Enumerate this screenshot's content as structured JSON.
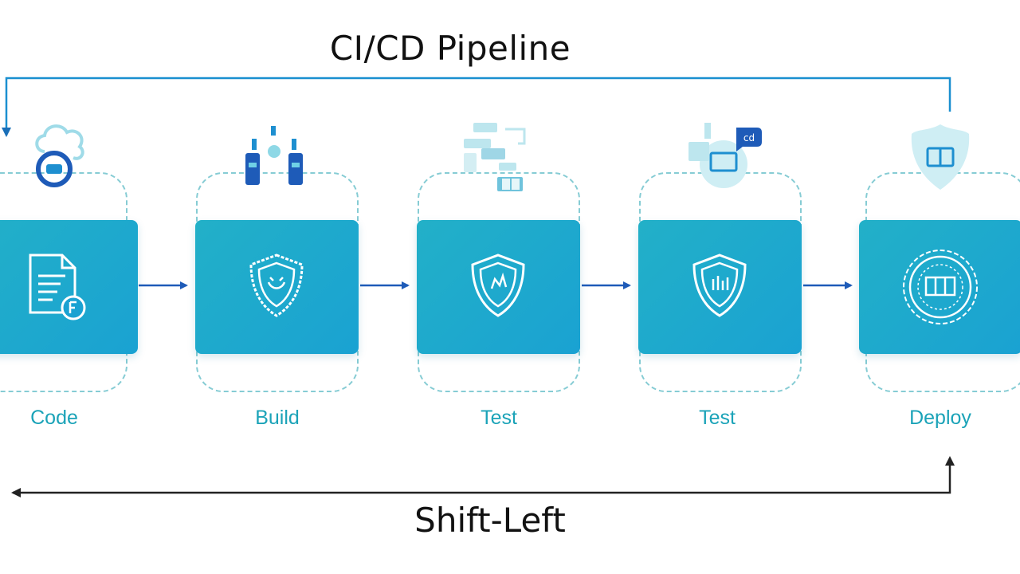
{
  "diagram": {
    "title": "CI/CD Pipeline",
    "footer": "Shift-Left",
    "stages": [
      {
        "label": "Code",
        "card_icon": "document-icon",
        "top_icon": "cloud-link-icon"
      },
      {
        "label": "Build",
        "card_icon": "shield-icon",
        "top_icon": "connectors-icon"
      },
      {
        "label": "Test",
        "card_icon": "shield-icon",
        "top_icon": "dashboard-icon"
      },
      {
        "label": "Test",
        "card_icon": "shield-icon",
        "top_icon": "chat-monitor-icon"
      },
      {
        "label": "Deploy",
        "card_icon": "target-icon",
        "top_icon": "badge-shield-icon"
      }
    ],
    "colors": {
      "card": "#1fa9cc",
      "label": "#1ba3b8",
      "arrow": "#1e5bb8",
      "feedback_line": "#1a8fd0",
      "dashed_outline": "#86ccd4",
      "text": "#111111"
    }
  }
}
